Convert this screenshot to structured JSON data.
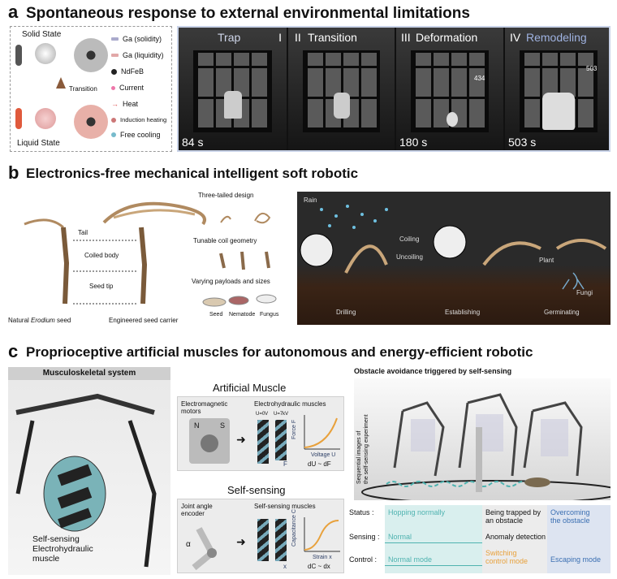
{
  "panel_a": {
    "letter": "a",
    "title": "Spontaneous response to external environmental limitations",
    "solid_state": "Solid State",
    "liquid_state": "Liquid State",
    "transition": "Transition",
    "legend": [
      "Ga (solidity)",
      "Ga (liquidity)",
      "NdFeB",
      "Current",
      "Heat",
      "Induction heating",
      "Free cooling"
    ],
    "frames": [
      {
        "roman": "I",
        "label": "Trap",
        "time": "84 s"
      },
      {
        "roman": "II",
        "label": "Transition",
        "time": ""
      },
      {
        "roman": "III",
        "label": "Deformation",
        "time": "180 s",
        "inset": "434"
      },
      {
        "roman": "IV",
        "label": "Remodeling",
        "time": "503 s",
        "inset": "503"
      }
    ]
  },
  "panel_b": {
    "letter": "b",
    "title": "Electronics-free mechanical intelligent soft robotic",
    "labels": {
      "three_tailed": "Three-tailed design",
      "tail": "Tail",
      "coiled_body": "Coiled body",
      "seed_tip": "Seed tip",
      "tunable": "Tunable coil geometry",
      "payloads": "Varying payloads and sizes",
      "natural_prefix": "Natural ",
      "natural_italic": "Erodium",
      "natural_suffix": " seed",
      "engineered": "Engineered seed carrier",
      "seed": "Seed",
      "nematode": "Nematode",
      "fungus": "Fungus"
    },
    "scene": {
      "rain": "Rain",
      "coiling": "Coiling",
      "uncoiling": "Uncoiling",
      "plant": "Plant",
      "fungi": "Fungi",
      "drilling": "Drilling",
      "establishing": "Establishing",
      "germinating": "Germinating"
    }
  },
  "panel_c": {
    "letter": "c",
    "title": "Proprioceptive artificial muscles for autonomous and energy-efficient robotic",
    "musculoskeletal": "Musculoskeletal system",
    "self_sensing_muscle": "Self-sensing\nElectrohydraulic\nmuscle",
    "artificial_muscle": {
      "heading": "Artificial Muscle",
      "left": "Electromagnetic\nmotors",
      "right": "Electrohydraulic muscles",
      "n": "N",
      "s": "S",
      "u0": "U=0V",
      "u7": "U=7kV",
      "yaxis": "Force F",
      "xaxis": "Voltage U",
      "relation": "dU ~ dF",
      "f": "F"
    },
    "self_sensing": {
      "heading": "Self-sensing",
      "left": "Joint angle\nencoder",
      "right": "Self-sensing muscles",
      "alpha": "α",
      "yaxis": "Capacitance C",
      "xaxis": "Strain x",
      "relation": "dC ~ dx",
      "x": "x"
    },
    "obstacle": {
      "title": "Obstacle avoidance triggered by self-sensing",
      "side": "Sequential images of\nthe self-sensing experiment"
    },
    "timeline": {
      "status_label": "Status :",
      "sensing_label": "Sensing :",
      "control_label": "Control :",
      "hopping": "Hopping normally",
      "trapped": "Being trapped by\nan obstacle",
      "overcoming": "Overcoming\nthe obstacle",
      "normal": "Normal",
      "anomaly": "Anomaly detection",
      "normal_mode": "Normal mode",
      "switching": "Switching\ncontrol mode",
      "escaping": "Escaping mode"
    }
  },
  "colors": {
    "teal": "#4fb3b0",
    "orange": "#e8a13c",
    "rose": "#e9a3a3",
    "navy": "#2d3f66"
  }
}
